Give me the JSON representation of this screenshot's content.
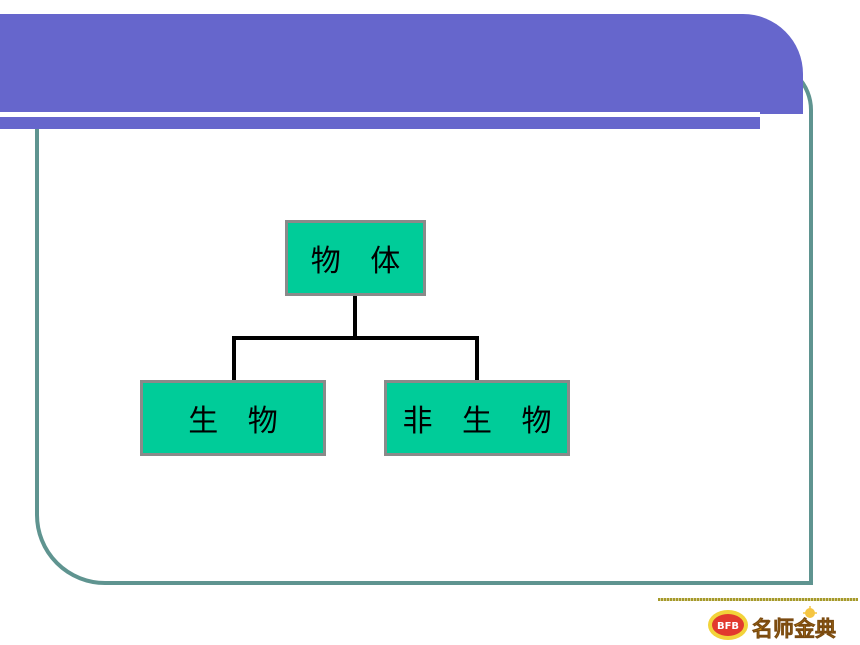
{
  "diagram": {
    "root": {
      "label": "物 体"
    },
    "children": [
      {
        "label": "生 物"
      },
      {
        "label": "非 生 物"
      }
    ]
  },
  "logo": {
    "badge_text": "BFB",
    "brand_text": "名师金典"
  },
  "colors": {
    "header": "#6666cc",
    "frame": "#5f9490",
    "node_fill": "#00cc99",
    "node_border": "#8a8a8a",
    "connector": "#000000"
  }
}
